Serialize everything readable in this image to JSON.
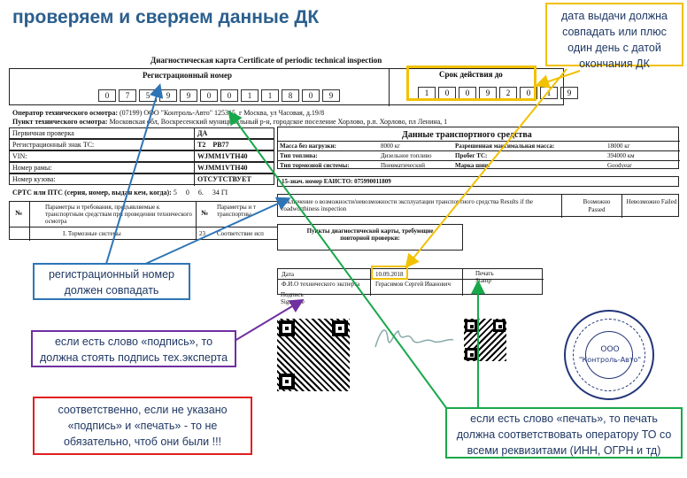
{
  "heading": "проверяем и сверяем данные ДК",
  "card": {
    "title": "Диагностическая карта Certificate of periodic technical inspection",
    "reg_number_label": "Регистрационный номер",
    "reg_digits": [
      "0",
      "7",
      "5",
      "9",
      "9",
      "0",
      "0",
      "1",
      "1",
      "8",
      "0",
      "9"
    ],
    "valid_until_label": "Срок действия до",
    "valid_digits": [
      "1",
      "0",
      "0",
      "9",
      "2",
      "0",
      "1",
      "9"
    ],
    "operator_label": "Оператор технического осмотра:",
    "operator_value": "(07199) ООО \"Контроль-Авто\" 125315, г Москва, ул Часовая, д.19/8",
    "point_label": "Пункт технического осмотра:",
    "point_value": "Московская обл, Воскресенский муниципальный р-н, городское поселение Хорлово, р.п. Хорлово, пл Ленина, 1",
    "rows": [
      {
        "label": "Первичная проверка",
        "value": "ДА"
      },
      {
        "label": "Регистрационный знак ТС:",
        "value": "Т2 РВ77"
      },
      {
        "label": "VIN:",
        "value": "WJMM1VTH40"
      },
      {
        "label": "Номер рамы:",
        "value": "WJMM1VTH40"
      },
      {
        "label": "Номер кузова:",
        "value": "ОТСУТСТВУЕТ"
      }
    ],
    "srts_label": "СРТС или ПТС (серия, номер, выдан кем, когда):",
    "srts_value": "5  0  6.  34 ГІ",
    "params_no": "№",
    "params_header": "Параметры и требования, предъявляемые к транспортным средствам при проведении технического осмотра",
    "params_no2": "№",
    "params_header2": "Параметры и т транспортны",
    "brakes_label": "I. Тормозные системы",
    "brakes_no": "23",
    "brakes_right": "Соответствие исп"
  },
  "vehicle": {
    "title": "Данные транспортного средства",
    "rows": [
      [
        "Масса без нагрузки:",
        "8000 кг",
        "Разрешенная максимальная масса:",
        "18000 кг"
      ],
      [
        "Тип топлива:",
        "Дизельное топливо",
        "Пробег ТС:",
        "394000 км"
      ],
      [
        "Тип тормозной системы:",
        "Пневматический",
        "Марка шин:",
        "Goodyear"
      ]
    ],
    "eaisto": "15-знач. номер ЕАИСТО: 075990011809",
    "conclusion": "Заключение о возможности/невозможности эксплуатации транспортного средства Results if the roadworthiness inspection",
    "possible": "Возможно Passed",
    "impossible": "Невозможно Failed",
    "repeat": "Пункты диагностической карты, требующие повторной проверки:",
    "date_label": "Дата",
    "date_value": "10.09.2018",
    "stamp_label": "Печать Stamp",
    "expert_label": "Ф.И.О технического эксперта",
    "expert_value": "Герасимов Сергей Иванович",
    "sign_label": "Подпись Signature"
  },
  "seal": {
    "line1": "ООО",
    "line2": "\"Контроль-Авто\""
  },
  "callouts": {
    "date": "дата выдачи должна совпадать или плюс один день с датой окончания ДК",
    "reg": "регистрационный номер должен совпадать",
    "sign": "если есть слово «подпись», то должна стоять подпись тех.эксперта",
    "red": "соответственно, если не указано «подпись» и «печать» - то не обязательно, чтоб они были !!!",
    "stamp": "если есть слово «печать», то печать должна соответствовать оператору ТО со всеми реквизитами (ИНН, ОГРН и тд)"
  },
  "colors": {
    "yellow": "#f2c100",
    "blue": "#2e75b6",
    "purple": "#7030a0",
    "red": "#e02020",
    "green": "#18a84a"
  }
}
